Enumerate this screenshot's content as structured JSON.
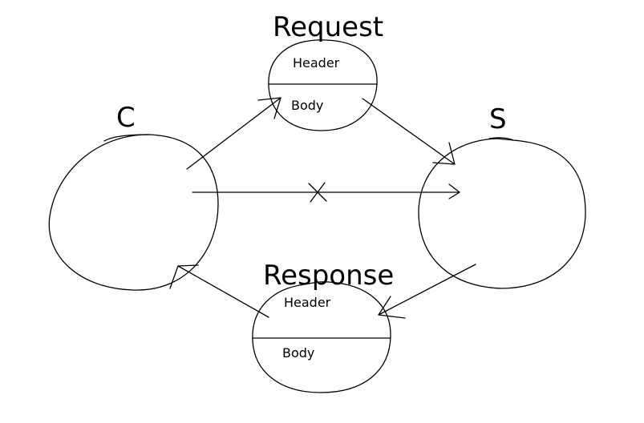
{
  "diagram": {
    "client": {
      "label": "C"
    },
    "server": {
      "label": "S"
    },
    "request": {
      "title": "Request",
      "header_label": "Header",
      "body_label": "Body"
    },
    "response": {
      "title": "Response",
      "header_label": "Header",
      "body_label": "Body"
    },
    "direct_link": {
      "mark": "X"
    }
  },
  "colors": {
    "ink": "#000000",
    "background": "#ffffff"
  }
}
